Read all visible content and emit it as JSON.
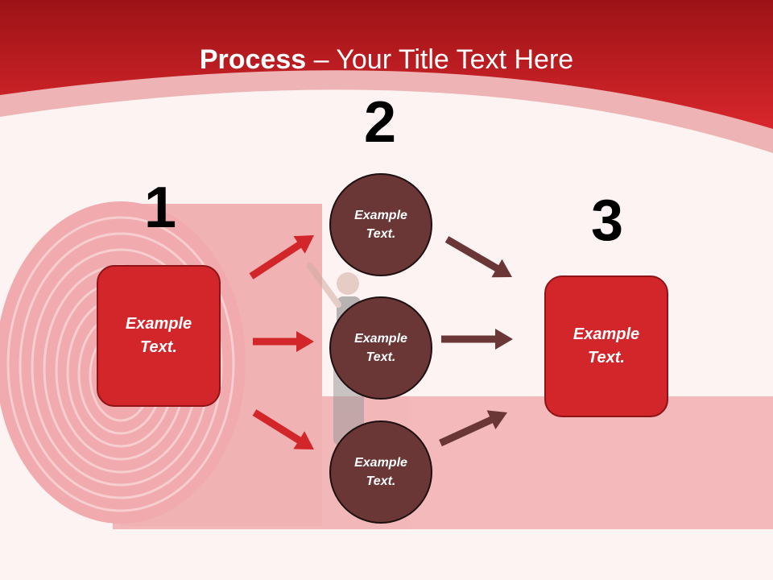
{
  "title": {
    "bold": "Process",
    "rest": " – Your Title Text Here"
  },
  "steps": [
    {
      "number": "1",
      "label": "Example\nText."
    },
    {
      "number": "2",
      "label": "Example\nText."
    },
    {
      "number": "3",
      "label": "Example\nText."
    }
  ],
  "middle": [
    {
      "label": "Example\nText."
    },
    {
      "label": "Example\nText."
    },
    {
      "label": "Example\nText."
    }
  ],
  "colors": {
    "header": "#c81e23",
    "box_fill": "#d2262b",
    "circle_fill": "#6a3636",
    "arrow_left": "#d2262b",
    "arrow_right": "#6a3636"
  }
}
